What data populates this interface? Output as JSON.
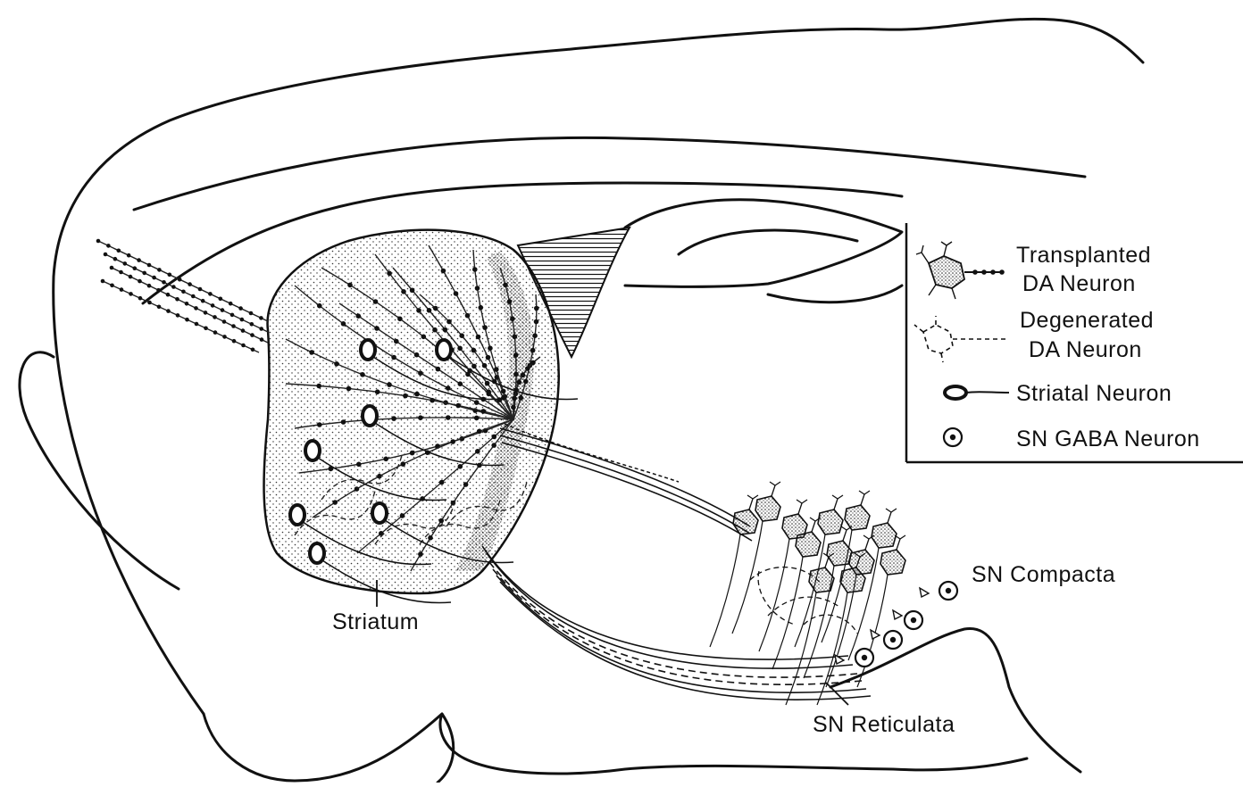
{
  "labels": {
    "striatum": "Striatum",
    "sn_compacta": "SN Compacta",
    "sn_reticulata": "SN Reticulata"
  },
  "legend": {
    "transplanted_line1": "Transplanted",
    "transplanted_line2": "DA Neuron",
    "degenerated_line1": "Degenerated",
    "degenerated_line2": "DA Neuron",
    "striatal": "Striatal Neuron",
    "sn_gaba": "SN GABA Neuron"
  }
}
